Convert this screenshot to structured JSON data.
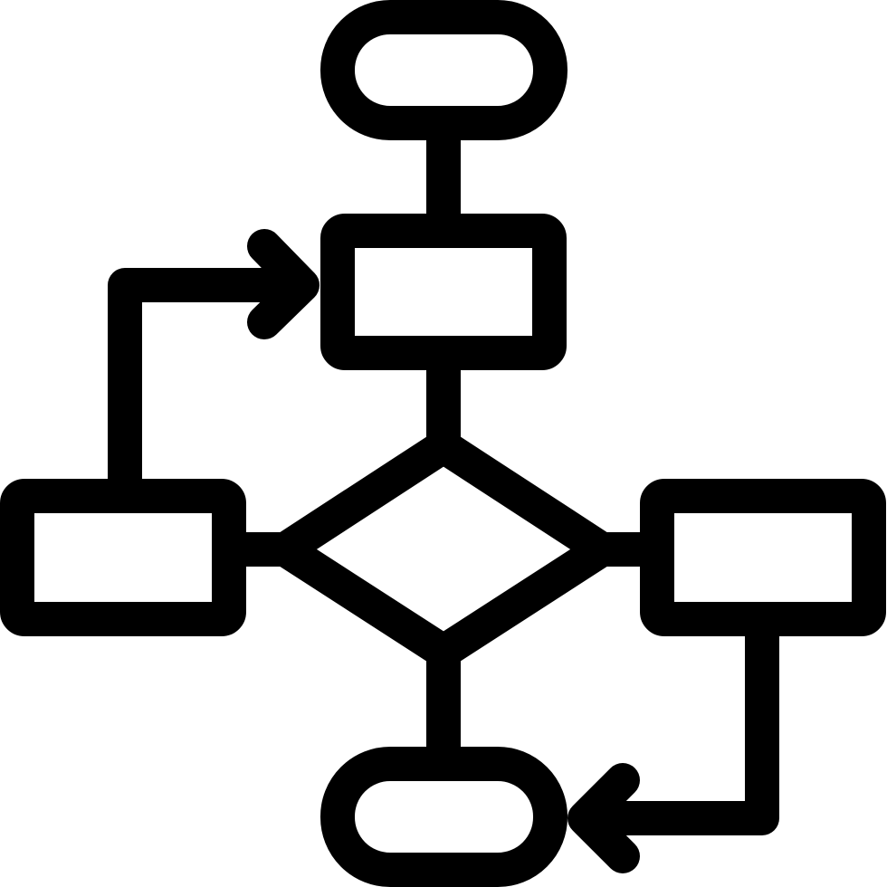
{
  "icon": {
    "name": "flowchart-icon",
    "stroke_color": "#000000",
    "background_color": "#ffffff"
  },
  "diagram": {
    "nodes": [
      {
        "id": "start",
        "shape": "terminator"
      },
      {
        "id": "process",
        "shape": "process"
      },
      {
        "id": "decision",
        "shape": "decision"
      },
      {
        "id": "branch-left",
        "shape": "process"
      },
      {
        "id": "branch-right",
        "shape": "process"
      },
      {
        "id": "end",
        "shape": "terminator"
      }
    ],
    "edges": [
      {
        "from": "start",
        "to": "process",
        "arrow": false
      },
      {
        "from": "process",
        "to": "decision",
        "arrow": false
      },
      {
        "from": "decision",
        "to": "branch-left",
        "arrow": false
      },
      {
        "from": "decision",
        "to": "branch-right",
        "arrow": false
      },
      {
        "from": "decision",
        "to": "end",
        "arrow": false
      },
      {
        "from": "branch-left",
        "to": "process",
        "arrow": true
      },
      {
        "from": "branch-right",
        "to": "end",
        "arrow": true
      }
    ]
  }
}
